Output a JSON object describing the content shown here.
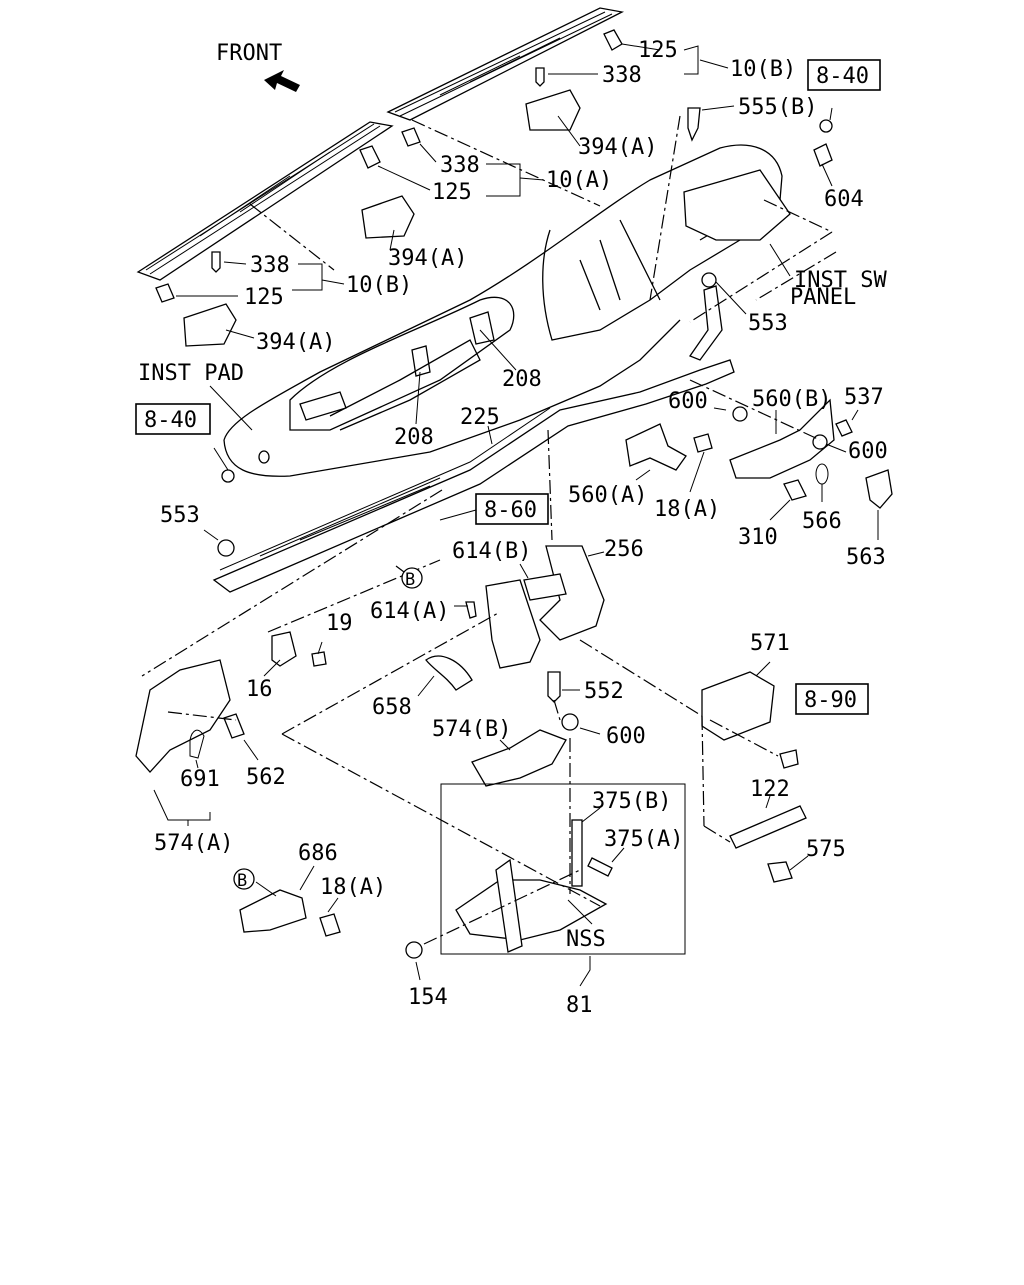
{
  "labels": {
    "front": "FRONT",
    "inst_pad": "INST PAD",
    "inst_sw": "INST SW",
    "panel": "PANEL",
    "nss": "NSS",
    "ref_8_40_top": "8-40",
    "ref_8_40_left": "8-40",
    "ref_8_60": "8-60",
    "ref_8_90": "8-90",
    "circle_b_1": "B",
    "circle_b_2": "B"
  },
  "callouts": {
    "p125_top": "125",
    "p338_top": "338",
    "p10b_top": "10(B)",
    "p555b": "555(B)",
    "p394a_top": "394(A)",
    "p338_mid": "338",
    "p10a": "10(A)",
    "p125_mid": "125",
    "p604": "604",
    "p394a_mid": "394(A)",
    "p338_left": "338",
    "p10b_left": "10(B)",
    "p125_left": "125",
    "p553_right": "553",
    "p394a_left": "394(A)",
    "p208_a": "208",
    "p208_b": "208",
    "p560b": "560(B)",
    "p537": "537",
    "p600_a": "600",
    "p600_b": "600",
    "p225": "225",
    "p560a": "560(A)",
    "p18a_a": "18(A)",
    "p566": "566",
    "p310": "310",
    "p563": "563",
    "p553_left": "553",
    "p614b": "614(B)",
    "p256": "256",
    "p614a": "614(A)",
    "p19": "19",
    "p16": "16",
    "p571": "571",
    "p552": "552",
    "p658": "658",
    "p574b": "574(B)",
    "p600_c": "600",
    "p562": "562",
    "p691": "691",
    "p375b": "375(B)",
    "p375a": "375(A)",
    "p122": "122",
    "p574a": "574(A)",
    "p686": "686",
    "p18a_b": "18(A)",
    "p575": "575",
    "p154": "154",
    "p81": "81"
  }
}
